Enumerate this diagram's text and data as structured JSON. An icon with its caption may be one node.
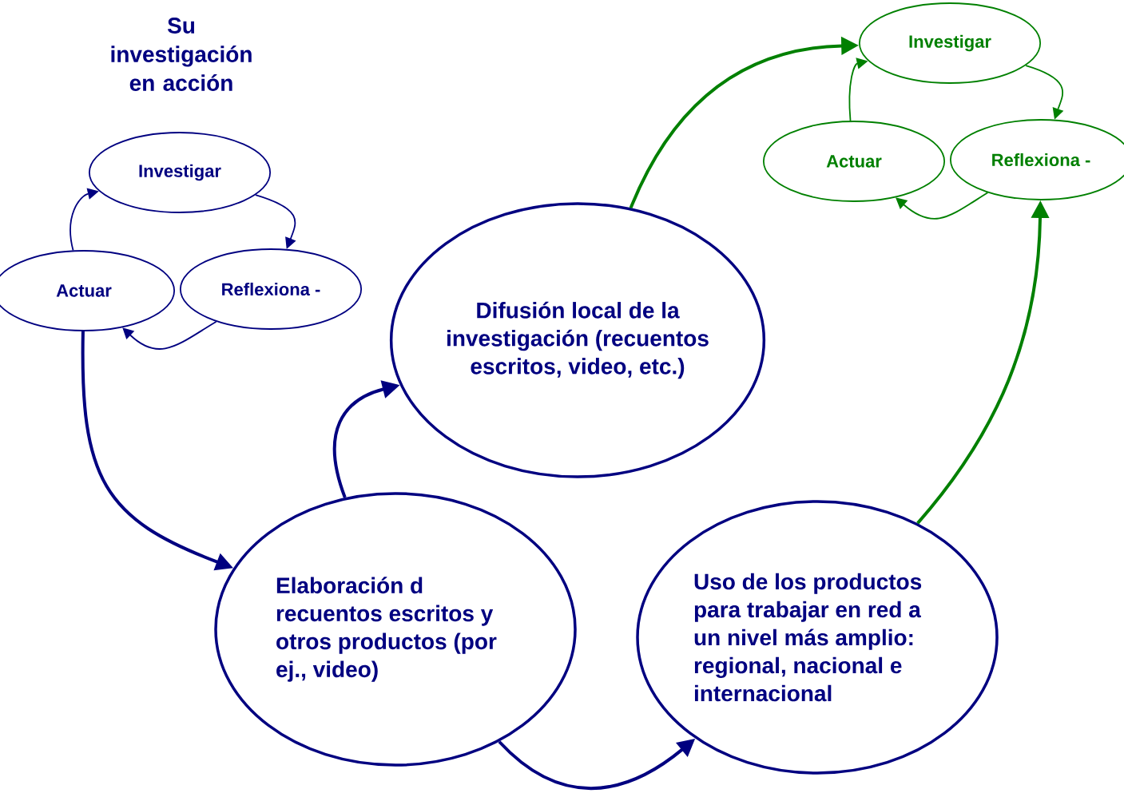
{
  "diagram": {
    "title": "Su investigación en acción",
    "nodes": [
      {
        "text": [
          "Investigar"
        ]
      },
      {
        "text": [
          "Actuar"
        ]
      },
      {
        "text": [
          "Reflexiona -"
        ]
      },
      {
        "text": [
          "Difusión local de la investigación (recuentos escritos, video, etc.)"
        ]
      },
      {
        "text": [
          "Elaboración d recuentos escritos y otros productos (por ej., video)"
        ]
      },
      {
        "text": [
          "Uso de los productos para trabajar en red a un nivel más amplio: regional, nacional e internacional"
        ]
      },
      {
        "text": [
          "Investigar"
        ]
      },
      {
        "text": [
          "Actuar"
        ]
      },
      {
        "text": [
          "Reflexiona -"
        ]
      }
    ],
    "edges": [
      {
        "from": 1,
        "to": 0,
        "arrow": "to"
      },
      {
        "from": 0,
        "to": 2,
        "arrow": "to"
      },
      {
        "from": 2,
        "to": 1,
        "arrow": "to"
      },
      {
        "from": 1,
        "to": 4,
        "arrow": "to",
        "style": "thick"
      },
      {
        "from": 4,
        "to": 3,
        "arrow": "to",
        "style": "thick"
      },
      {
        "from": 4,
        "to": 5,
        "arrow": "to",
        "style": "thick"
      },
      {
        "from": 3,
        "to": 6,
        "arrow": "to",
        "style": "thick",
        "color": "#008000"
      },
      {
        "from": 5,
        "to": 8,
        "arrow": "to",
        "style": "thick",
        "color": "#008000"
      },
      {
        "from": 7,
        "to": 6,
        "arrow": "to",
        "color": "#008000"
      },
      {
        "from": 6,
        "to": 8,
        "arrow": "to",
        "color": "#008000"
      },
      {
        "from": 8,
        "to": 7,
        "arrow": "to",
        "color": "#008000"
      }
    ]
  }
}
